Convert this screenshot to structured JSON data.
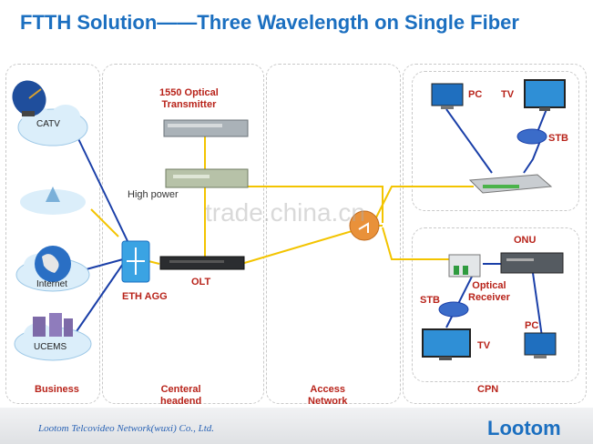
{
  "title": "FTTH Solution——Three Wavelength on Single Fiber",
  "nodes": {
    "catv": "CATV",
    "internet": "Internet",
    "ucems": "UCEMS",
    "transmitter": "1550 Optical\nTransmitter",
    "high_power": "High power",
    "olt": "OLT",
    "eth_agg": "ETH AGG",
    "pc_top": "PC",
    "tv_top": "TV",
    "stb_top": "STB",
    "onu": "ONU",
    "optical_receiver": "Optical\nReceiver",
    "stb_bottom": "STB",
    "tv_bottom": "TV",
    "pc_bottom": "PC"
  },
  "zones": {
    "business": "Business",
    "headend": "Centeral\nheadend",
    "access": "Access\nNetwork",
    "cpn": "CPN"
  },
  "footer": {
    "company": "Lootom Telcovideo Network(wuxi) Co., Ltd.",
    "logo": "Lootom"
  },
  "watermark": "trade.china.cn",
  "colors": {
    "title": "#1b6fc0",
    "labels": "#b8231a",
    "fiber_yellow": "#f3c400",
    "cable_blue": "#1a3fa8"
  }
}
